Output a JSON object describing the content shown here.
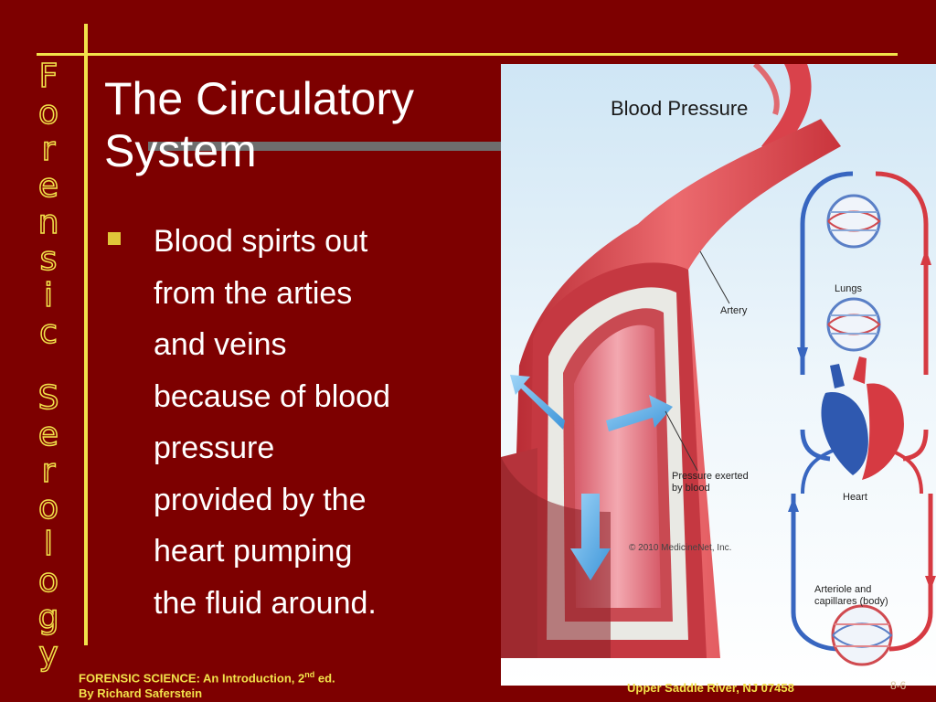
{
  "sidebar": {
    "letters": [
      "F",
      "o",
      "r",
      "e",
      "n",
      "s",
      "i",
      "c",
      "",
      "S",
      "e",
      "r",
      "o",
      "l",
      "o",
      "g",
      "y"
    ]
  },
  "slide": {
    "title_line1": "The Circulatory",
    "title_line2": "System",
    "bullet_text": [
      "Blood spirts out",
      "from the arties",
      "and veins",
      "because of blood",
      "pressure",
      "provided by the",
      "heart pumping",
      "the fluid around."
    ]
  },
  "figure": {
    "title": "Blood Pressure",
    "label_artery": "Artery",
    "label_pressure_1": "Pressure exerted",
    "label_pressure_2": "by blood",
    "label_lungs": "Lungs",
    "label_heart": "Heart",
    "label_arteriole_1": "Arteriole and",
    "label_arteriole_2": "capillares (body)",
    "copyright": "© 2010 MedicineNet, Inc."
  },
  "footer": {
    "line1_pre": "FORENSIC SCIENCE: An Introduction, 2",
    "line1_sup": "nd",
    "line1_post": " ed.",
    "line2": "By Richard Saferstein",
    "right": "Upper Saddle River, NJ 07458",
    "page_number": "8-6"
  },
  "colors": {
    "background": "#7d0000",
    "accent_yellow": "#f2e24a",
    "artery_red": "#e0484f",
    "arrow_blue": "#4aa8e6",
    "vein_blue": "#2f59b0"
  }
}
